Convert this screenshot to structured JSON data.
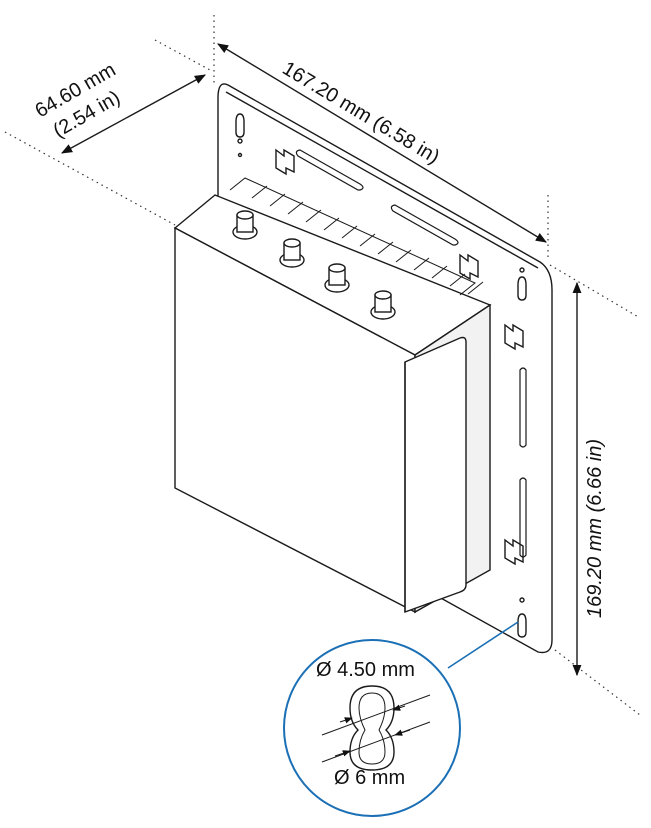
{
  "dimensions": {
    "depth_mm": "64.60 mm",
    "depth_in": "(2.54 in)",
    "width": "167.20 mm (6.58 in)",
    "height": "169.20 mm (6.66 in)"
  },
  "callout": {
    "hole_small": "Ø 4.50 mm",
    "hole_large": "Ø 6 mm",
    "accent_color": "#1a6fb5"
  }
}
